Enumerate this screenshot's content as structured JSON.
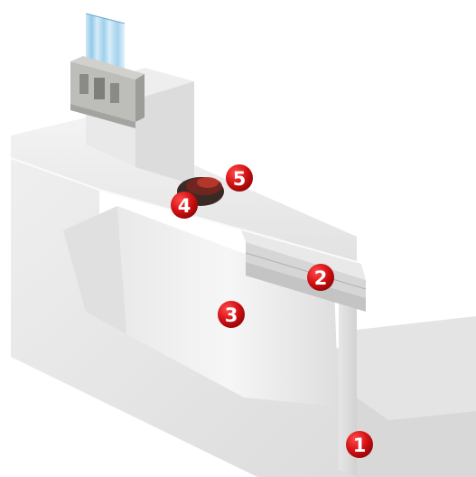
{
  "diagram": {
    "markers": [
      {
        "id": "1",
        "label": "1"
      },
      {
        "id": "2",
        "label": "2"
      },
      {
        "id": "3",
        "label": "3"
      },
      {
        "id": "4",
        "label": "4"
      },
      {
        "id": "5",
        "label": "5"
      }
    ],
    "colors": {
      "background": "#ffffff",
      "marker_fill": "#d10f12",
      "marker_text": "#ffffff",
      "wall_light": "#ededed",
      "wall_mid": "#e3e3e3",
      "wall_shadow": "#cfcfcf",
      "glass_blue": "#9fd0ec",
      "frame_grey": "#a9aaa6",
      "membrane_dark": "#3a2a26"
    }
  }
}
